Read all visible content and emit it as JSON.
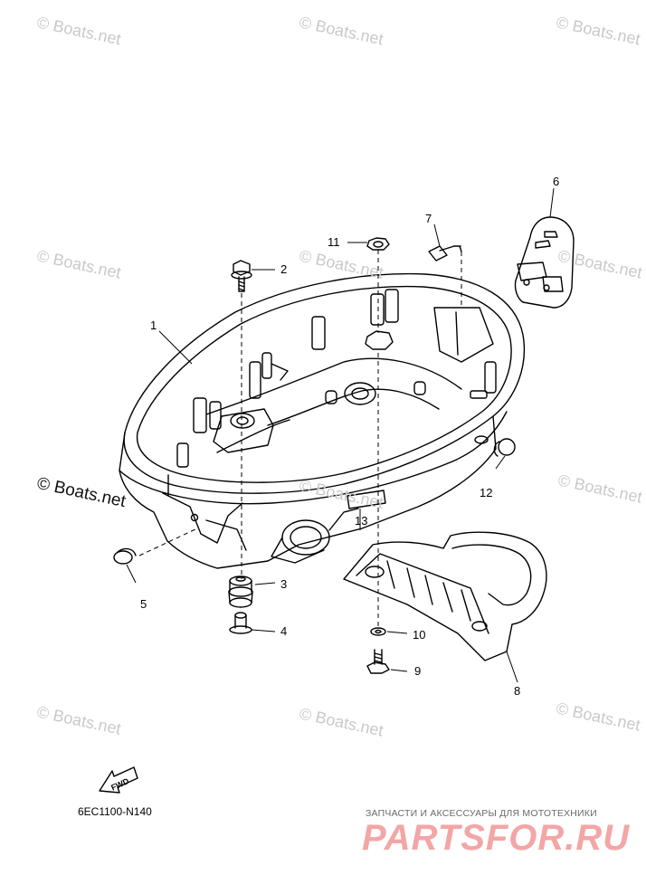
{
  "watermark_text": "© Boats.net",
  "reference_code": "6EC1100-N140",
  "fwd_arrow_label": "FWD",
  "brand": {
    "tagline": "ЗАПЧАСТИ И АКСЕССУАРЫ ДЛЯ МОТОТЕХНИКИ",
    "logo_text": "PARTSFOR.RU",
    "logo_color": "#f3a6a6"
  },
  "callouts": [
    "1",
    "2",
    "3",
    "4",
    "5",
    "6",
    "7",
    "8",
    "9",
    "10",
    "11",
    "12",
    "13"
  ]
}
